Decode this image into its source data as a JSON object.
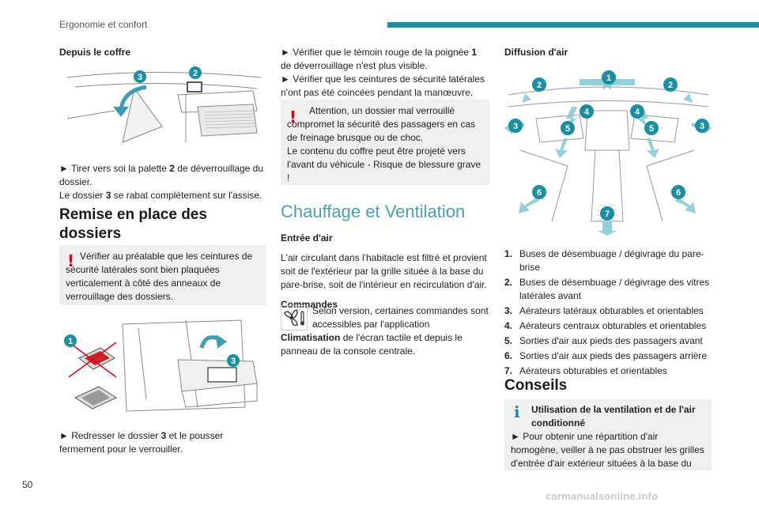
{
  "header": {
    "title": "Ergonomie et confort"
  },
  "page_number": "50",
  "watermark": "carmanualsonline.info",
  "col1": {
    "heading1": "Depuis le coffre",
    "fig1_callouts": [
      "3",
      "2"
    ],
    "para1_a": "► Tirer vers soi la palette ",
    "para1_b": "2",
    "para1_c": " de déverrouillage du dossier.",
    "para2_a": "Le dossier ",
    "para2_b": "3",
    "para2_c": " se rabat complètement sur l'assise.",
    "heading2": "Remise en place des dossiers",
    "warn_text": "Vérifier au préalable que les ceintures de sécurité latérales sont bien plaquées verticalement à côté des anneaux de verrouillage des dossiers.",
    "fig2_callouts": [
      "1",
      "3"
    ],
    "para3": "► Redresser le dossier ",
    "para3_b": "3",
    "para3_c": " et le pousser fermement pour le verrouiller."
  },
  "col2": {
    "para1_a": "► Vérifier que le témoin rouge de la poignée ",
    "para1_b": "1",
    "para1_c": " de déverrouillage n'est plus visible.",
    "para2": "► Vérifier que les ceintures de sécurité latérales n'ont pas été coincées pendant la manœuvre.",
    "warn_line1": "Attention, un dossier mal verrouillé compromet la sécurité des passagers en cas de freinage brusque ou de choc.",
    "warn_line2": "Le contenu du coffre peut être projeté vers l'avant du véhicule - Risque de blessure grave !",
    "section_title": "Chauffage et Ventilation",
    "heading_entree": "Entrée d'air",
    "para_entree": "L'air circulant dans l'habitacle est filtré et provient soit de l'extérieur par la grille située à la base du pare-brise, soit de l'intérieur en recirculation d'air.",
    "heading_cmd": "Commandes",
    "cmd_a": "Selon version, certaines commandes sont accessibles par l'application ",
    "cmd_b": "Climatisation",
    "cmd_c": " de l'écran tactile et depuis le panneau de la console centrale."
  },
  "col3": {
    "heading_diff": "Diffusion d'air",
    "fig_callouts": [
      "1",
      "2",
      "2",
      "3",
      "3",
      "4",
      "4",
      "5",
      "5",
      "6",
      "6",
      "7"
    ],
    "items": [
      {
        "n": "1.",
        "t": "Buses de désembuage / dégivrage du pare-brise"
      },
      {
        "n": "2.",
        "t": "Buses de désembuage / dégivrage des vitres latérales avant"
      },
      {
        "n": "3.",
        "t": "Aérateurs latéraux obturables et orientables"
      },
      {
        "n": "4.",
        "t": "Aérateurs centraux obturables et orientables"
      },
      {
        "n": "5.",
        "t": "Sorties d'air aux pieds des passagers avant"
      },
      {
        "n": "6.",
        "t": "Sorties d'air aux pieds des passagers arrière"
      },
      {
        "n": "7.",
        "t": "Aérateurs obturables et orientables"
      }
    ],
    "heading_conseils": "Conseils",
    "info_title": "Utilisation de la ventilation et de l'air conditionné",
    "info_text": "► Pour obtenir une répartition d'air homogène, veiller à ne pas obstruer les grilles d'entrée d'air extérieur situées à la base du"
  },
  "colors": {
    "teal": "#1a8fa0",
    "red": "#e2001a",
    "box": "#efefef"
  }
}
